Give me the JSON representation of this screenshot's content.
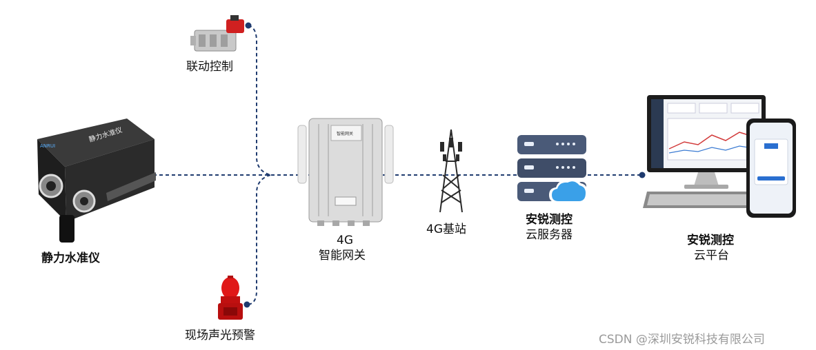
{
  "labels": {
    "linkage": "联动控制",
    "device": "静力水准仪",
    "alarm": "现场声光预警",
    "gateway_line1": "4G",
    "gateway_line2": "智能网关",
    "base_station": "4G基站",
    "server_line1": "安锐测控",
    "server_line2": "云服务器",
    "platform_line1": "安锐测控",
    "platform_line2": "云平台"
  },
  "device_text": {
    "body_title": "静力水准仪",
    "brand": "ANRUI",
    "gateway_sticker": "智能网关"
  },
  "watermark": "CSDN @深圳安锐科技有限公司",
  "colors": {
    "line": "#1e3a6e",
    "node": "#1e3a6e",
    "server_dark": "#4a5a78",
    "cloud": "#3aa0e8"
  }
}
